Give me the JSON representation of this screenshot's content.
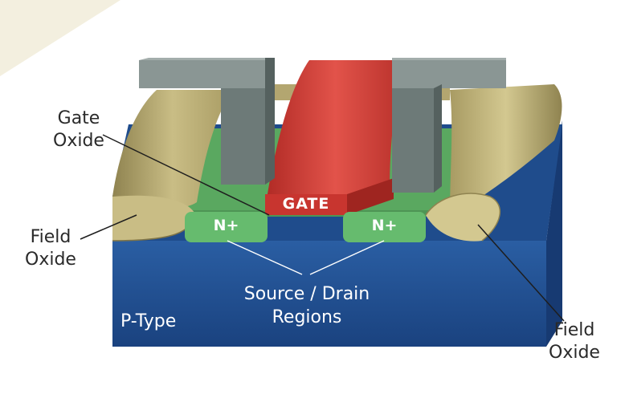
{
  "labels": {
    "gate_oxide": [
      "Gate",
      "Oxide"
    ],
    "field_oxide_left": [
      "Field",
      "Oxide"
    ],
    "field_oxide_right": [
      "Field",
      "Oxide"
    ],
    "gate": "GATE",
    "n_plus_left": "N+",
    "n_plus_right": "N+",
    "source_drain": [
      "Source / Drain",
      "Regions"
    ],
    "substrate": "P-Type"
  },
  "colors": {
    "substrate": "#1f4c8c",
    "substrate_right_face": "#173a72",
    "green_layer": "#5aa860",
    "n_plus": "#66bb6e",
    "gate": "#c8352f",
    "gate_light": "#e2534a",
    "contact": "#6d7a78",
    "field_oxide": "#b3a670",
    "background_tint": "#f3efdf"
  }
}
